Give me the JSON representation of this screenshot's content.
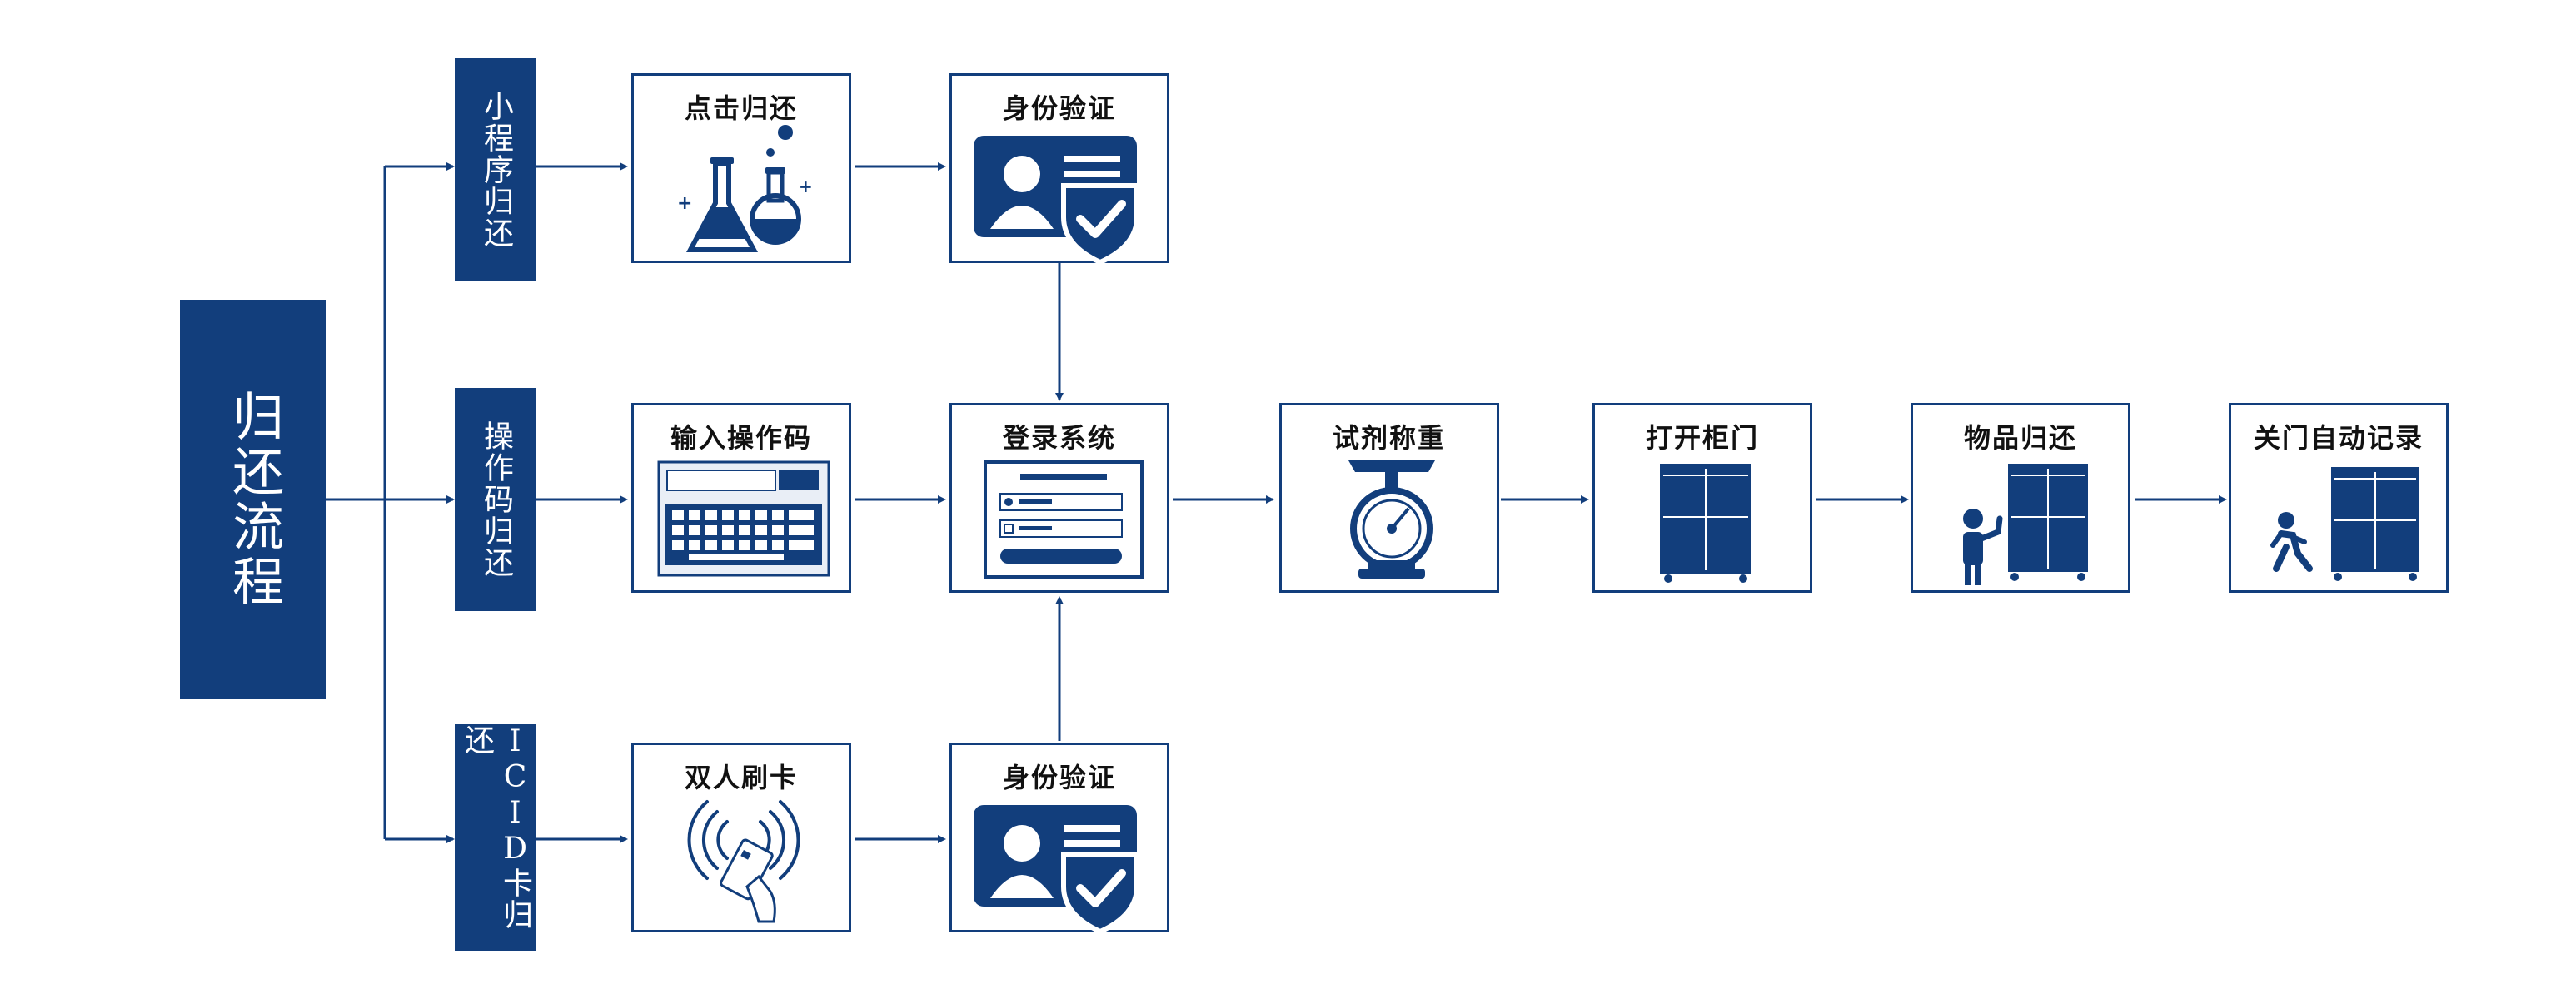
{
  "colors": {
    "primary": "#123e7c",
    "line": "#123e7c",
    "background": "#ffffff"
  },
  "title": "归还流程",
  "branches": {
    "top": "小程序归还",
    "middle": "操作码归还",
    "bottom": "ICID卡归还"
  },
  "steps": {
    "click_return": {
      "label": "点击归还",
      "icon": "flask-icon"
    },
    "id_verify_top": {
      "label": "身份验证",
      "icon": "id-verify-icon"
    },
    "input_code": {
      "label": "输入操作码",
      "icon": "keyboard-screen-icon"
    },
    "login": {
      "label": "登录系统",
      "icon": "login-screen-icon"
    },
    "weigh": {
      "label": "试剂称重",
      "icon": "scale-icon"
    },
    "open_door": {
      "label": "打开柜门",
      "icon": "cabinet-icon"
    },
    "return_item": {
      "label": "物品归还",
      "icon": "person-cabinet-icon"
    },
    "close_door": {
      "label": "关门自动记录",
      "icon": "walking-person-cabinet-icon"
    },
    "dual_card": {
      "label": "双人刷卡",
      "icon": "card-swipe-icon"
    },
    "id_verify_bottom": {
      "label": "身份验证",
      "icon": "id-verify-icon"
    }
  }
}
